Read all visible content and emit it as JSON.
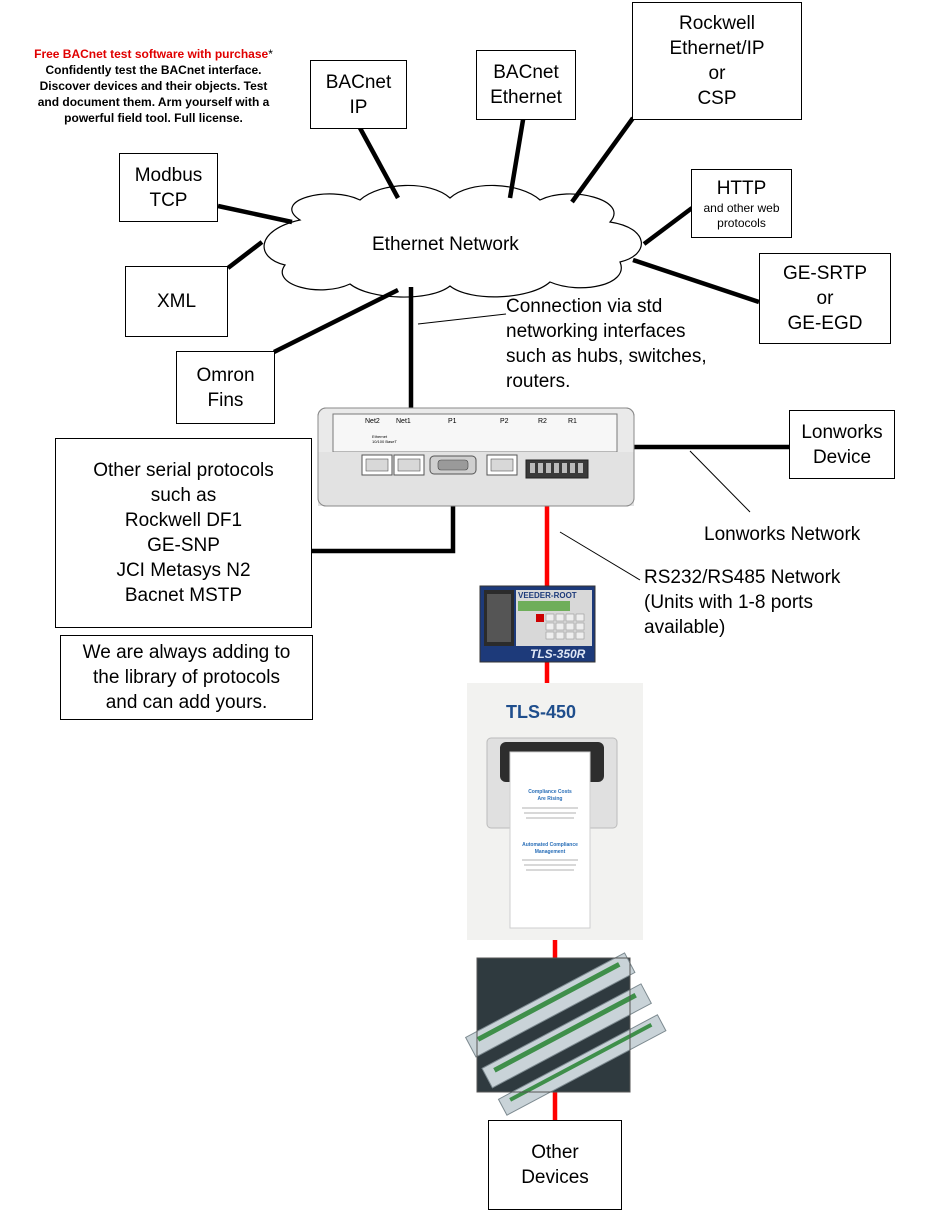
{
  "promo": {
    "headline": "Free BACnet test software with purchase",
    "asterisk": "*",
    "body_lines": [
      "Confidently test the BACnet interface.",
      "Discover devices and their objects. Test",
      "and document them. Arm yourself with a",
      "powerful field tool. Full license."
    ],
    "headline_color": "#e00000"
  },
  "network": {
    "label": "Ethernet Network"
  },
  "protocols": {
    "bacnet_ip": [
      "BACnet",
      "IP"
    ],
    "bacnet_ethernet": [
      "BACnet",
      "Ethernet"
    ],
    "rockwell": [
      "Rockwell",
      "Ethernet/IP",
      "or",
      "CSP"
    ],
    "modbus": [
      "Modbus",
      "TCP"
    ],
    "http": {
      "title": "HTTP",
      "sub": [
        "and other web",
        "protocols"
      ]
    },
    "xml": [
      "XML"
    ],
    "ge": [
      "GE-SRTP",
      "or",
      "GE-EGD"
    ],
    "omron": [
      "Omron",
      "Fins"
    ],
    "lonworks_device": [
      "Lonworks",
      "Device"
    ],
    "serial": [
      "Other serial protocols",
      "such as",
      "Rockwell DF1",
      "GE-SNP",
      "JCI Metasys N2",
      "Bacnet MSTP"
    ],
    "library": [
      "We are always adding to",
      "the library of protocols",
      "and can add yours."
    ],
    "other_devices": [
      "Other",
      "Devices"
    ]
  },
  "annotations": {
    "connection": [
      "Connection via std",
      "networking interfaces",
      "such as hubs, switches,",
      "routers."
    ],
    "lonworks_network": "Lonworks Network",
    "rs_network": [
      "RS232/RS485 Network",
      "(Units with 1-8 ports",
      "available)"
    ]
  },
  "gateway": {
    "port_labels": [
      "Net2",
      "Net1",
      "P1",
      "P2",
      "R2",
      "R1"
    ],
    "sublabel": [
      "Ethernet",
      "10/100 BaseT"
    ]
  },
  "tls350": {
    "brand": "VEEDER-ROOT",
    "model": "TLS-350R"
  },
  "tls450": {
    "model": "TLS-450",
    "paper_head1": [
      "Compliance Costs",
      "Are Rising"
    ],
    "paper_head2": [
      "Automated Compliance",
      "Management"
    ]
  },
  "colors": {
    "serial_link": "#ff0000",
    "link": "#000000",
    "tls_blue": "#1f4e8c"
  }
}
